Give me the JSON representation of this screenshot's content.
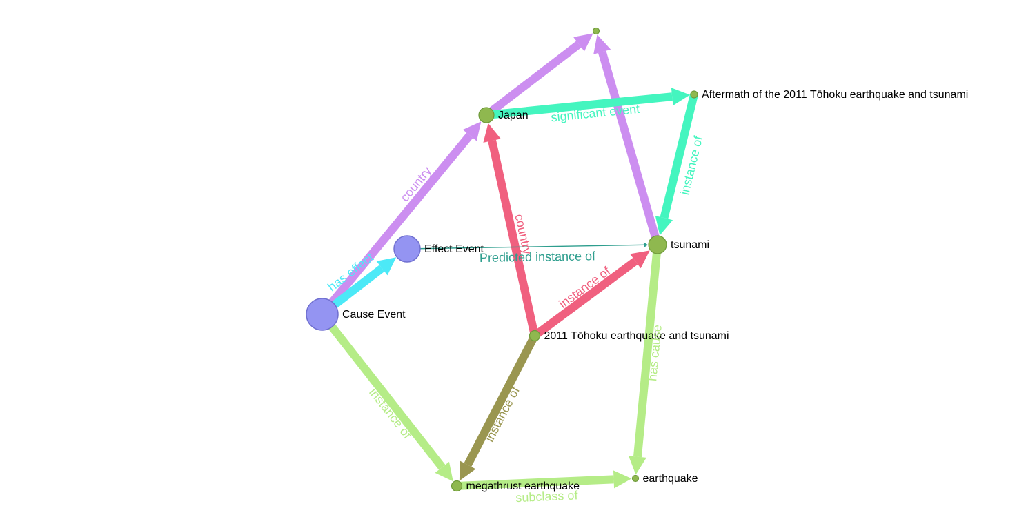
{
  "graph": {
    "nodes": [
      {
        "id": "top",
        "label": "",
        "kind": "entity"
      },
      {
        "id": "japan",
        "label": "Japan",
        "kind": "entity"
      },
      {
        "id": "aftermath",
        "label": "Aftermath of the 2011 Tōhoku earthquake and tsunami",
        "kind": "entity"
      },
      {
        "id": "tsunami",
        "label": "tsunami",
        "kind": "entity"
      },
      {
        "id": "effect",
        "label": "Effect Event",
        "kind": "variable"
      },
      {
        "id": "cause",
        "label": "Cause Event",
        "kind": "variable"
      },
      {
        "id": "tohoku",
        "label": "2011 Tōhoku earthquake and tsunami",
        "kind": "entity"
      },
      {
        "id": "megathrust",
        "label": "megathrust earthquake",
        "kind": "entity"
      },
      {
        "id": "earthquake",
        "label": "earthquake",
        "kind": "entity"
      }
    ],
    "edges": [
      {
        "from": "japan",
        "to": "top",
        "label": "",
        "color": "#cc8ef0"
      },
      {
        "from": "tsunami",
        "to": "top",
        "label": "",
        "color": "#cc8ef0"
      },
      {
        "from": "cause",
        "to": "japan",
        "label": "country",
        "color": "#cc8ef0"
      },
      {
        "from": "japan",
        "to": "aftermath",
        "label": "significant event",
        "color": "#44f5bf"
      },
      {
        "from": "aftermath",
        "to": "tsunami",
        "label": "instance of",
        "color": "#44f5bf"
      },
      {
        "from": "tohoku",
        "to": "japan",
        "label": "country",
        "color": "#f0607f"
      },
      {
        "from": "tohoku",
        "to": "tsunami",
        "label": "instance of",
        "color": "#f0607f"
      },
      {
        "from": "cause",
        "to": "effect",
        "label": "has effect",
        "color": "#4ce9f7"
      },
      {
        "from": "effect",
        "to": "tsunami",
        "label": "Predicted instance of",
        "color": "#2e9e8e",
        "predicted": true
      },
      {
        "from": "cause",
        "to": "megathrust",
        "label": "instance of",
        "color": "#b5ec87"
      },
      {
        "from": "tohoku",
        "to": "megathrust",
        "label": "instance of",
        "color": "#9a9650"
      },
      {
        "from": "tsunami",
        "to": "earthquake",
        "label": "has cause",
        "color": "#b5ec87"
      },
      {
        "from": "megathrust",
        "to": "earthquake",
        "label": "subclass of",
        "color": "#b5ec87"
      }
    ],
    "colors": {
      "entity_fill": "#8fb84f",
      "entity_stroke": "#6e9a3a",
      "variable_fill": "#9494f2",
      "variable_stroke": "#7070d0"
    }
  }
}
